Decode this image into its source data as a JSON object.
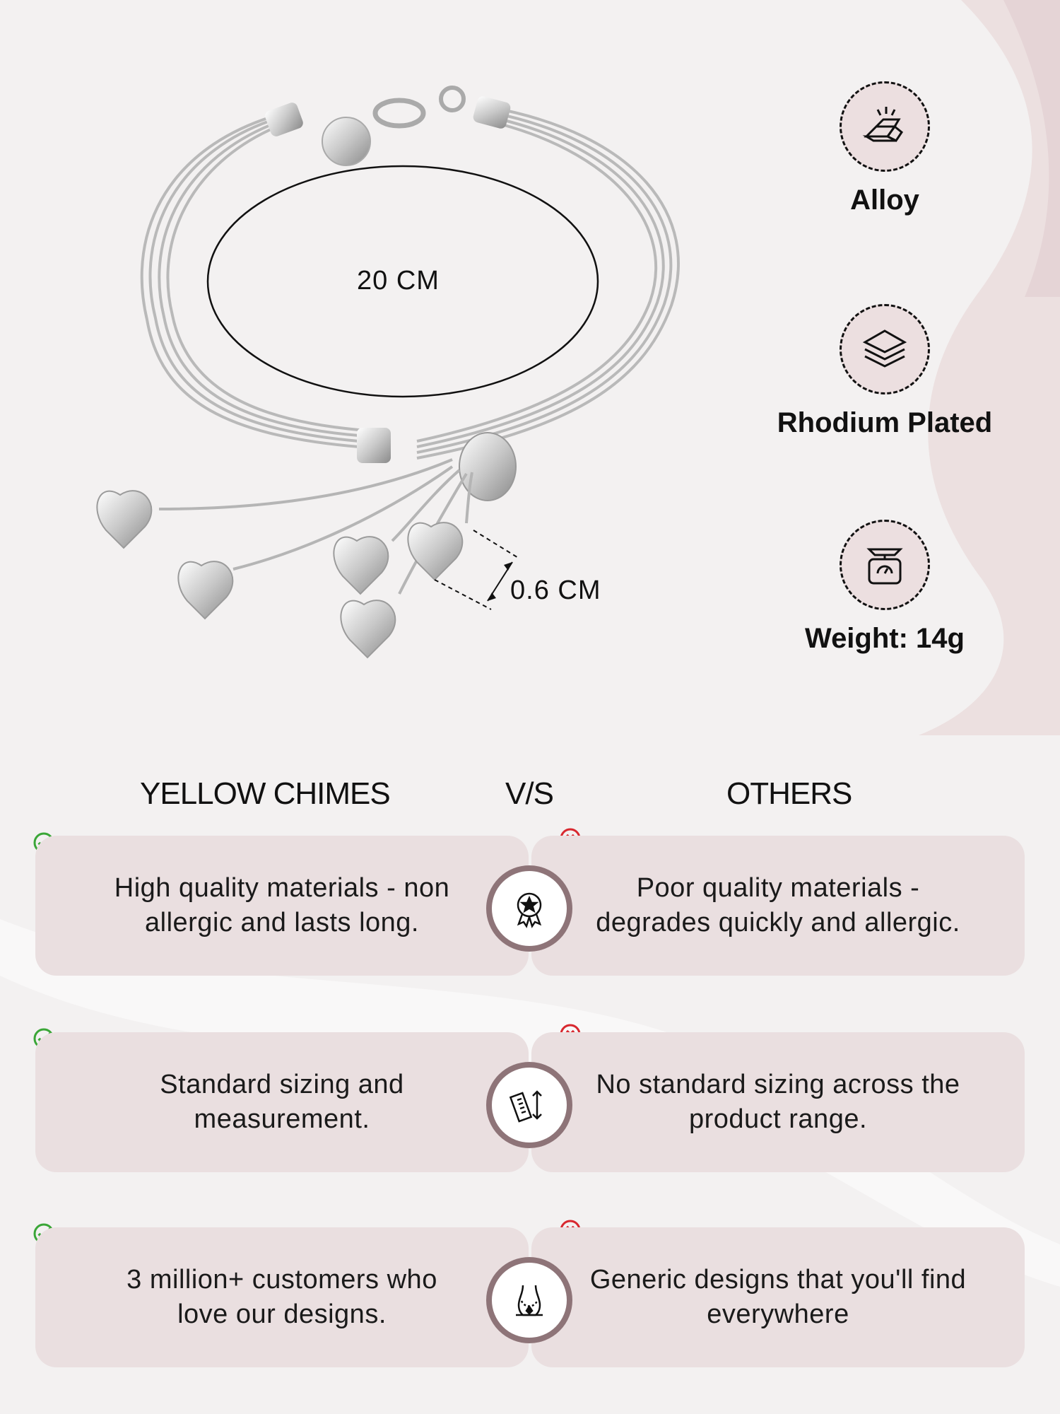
{
  "dimensions": {
    "length": "20 CM",
    "width": "0.6 CM"
  },
  "features": [
    {
      "icon": "gold-bar-icon",
      "label": "Alloy"
    },
    {
      "icon": "layers-icon",
      "label": "Rhodium Plated"
    },
    {
      "icon": "weighing-scale-icon",
      "label": "Weight: 14g"
    }
  ],
  "comparison": {
    "brand_heading": "YELLOW CHIMES",
    "vs_heading": "V/S",
    "others_heading": "OTHERS",
    "rows": [
      {
        "icon": "quality-badge-icon",
        "brand": "High quality materials - non allergic and lasts long.",
        "others": "Poor quality materials - degrades quickly and allergic."
      },
      {
        "icon": "ruler-icon",
        "brand": "Standard sizing and measurement.",
        "others": "No standard sizing across the product range."
      },
      {
        "icon": "jewelry-display-icon",
        "brand": "3 million+ customers who love our designs.",
        "others": "Generic designs that you'll find everywhere"
      }
    ]
  },
  "colors": {
    "card": "#eadfe0",
    "badge_ring": "#8e7478",
    "check": "#3aa637",
    "cross": "#d8282f",
    "icon_circle": "#ecdfe0"
  }
}
